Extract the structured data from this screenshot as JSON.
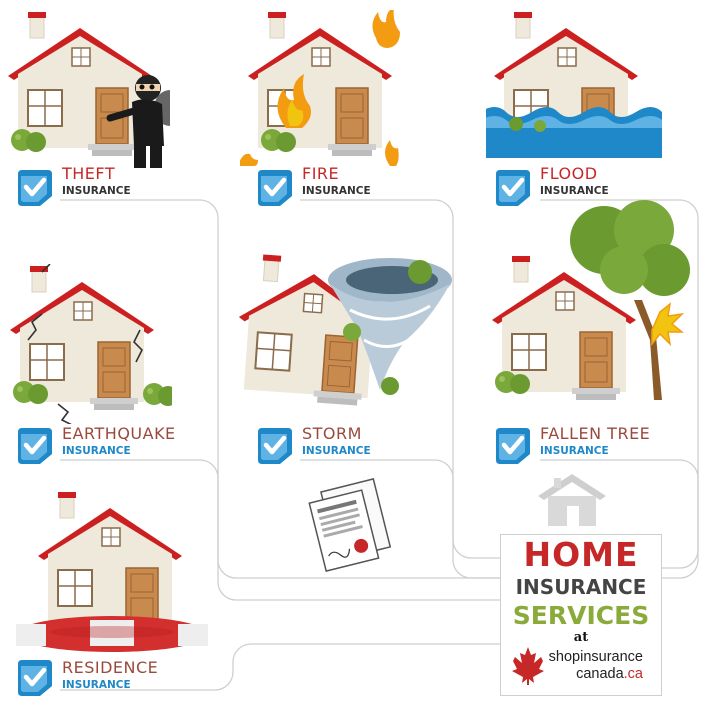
{
  "cards": [
    {
      "key": "theft",
      "title": "THEFT",
      "subtitle": "INSURANCE"
    },
    {
      "key": "fire",
      "title": "FIRE",
      "subtitle": "INSURANCE"
    },
    {
      "key": "flood",
      "title": "FLOOD",
      "subtitle": "INSURANCE"
    },
    {
      "key": "earthquake",
      "title": "EARTHQUAKE",
      "subtitle": "INSURANCE"
    },
    {
      "key": "storm",
      "title": "STORM",
      "subtitle": "INSURANCE"
    },
    {
      "key": "fallen_tree",
      "title": "FALLEN TREE",
      "subtitle": "INSURANCE"
    },
    {
      "key": "residence",
      "title": "RESIDENCE",
      "subtitle": "INSURANCE"
    }
  ],
  "promo": {
    "line1": "HOME",
    "line2": "INSURANCE",
    "line3": "SERVICES",
    "line4": "at",
    "site_line1": "shopinsurance",
    "site_line2_a": "canada",
    "site_line2_b": ".ca"
  },
  "colors": {
    "roof": "#cc1f1f",
    "wall": "#efe9db",
    "door": "#c98a4e",
    "check": "#1e88c9",
    "title_red": "#c62828",
    "title_brown": "#9a4a3c",
    "subtitle_blue": "#1e88c9",
    "promo_green": "#8aaa3a"
  },
  "icons": [
    "house-icon",
    "burglar-icon",
    "flame-icon",
    "water-icon",
    "crack-icon",
    "tornado-icon",
    "tree-icon",
    "lifebuoy-icon",
    "checkmark-icon",
    "document-icon",
    "maple-leaf-icon"
  ]
}
